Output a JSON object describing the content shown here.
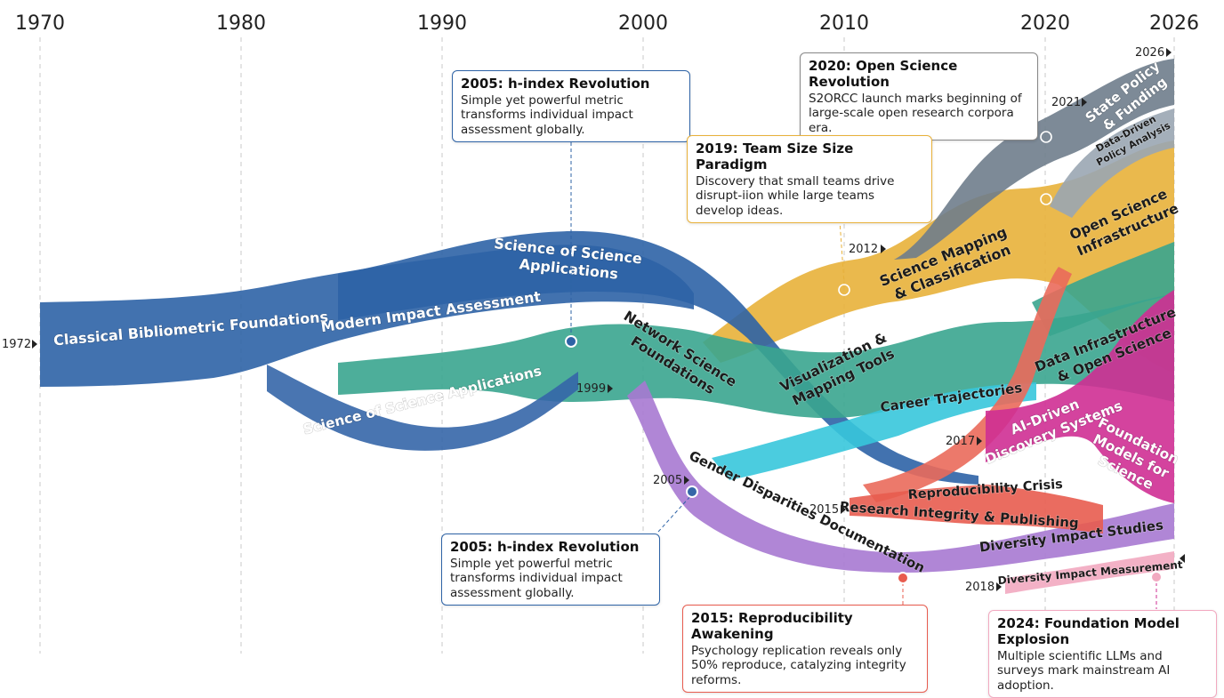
{
  "axis": {
    "years": [
      "1970",
      "1980",
      "1990",
      "2000",
      "2010",
      "2020",
      "2026"
    ]
  },
  "streams": [
    {
      "id": "classical",
      "label": "Classical Bibliometric Foundations",
      "color": "#2e63a6"
    },
    {
      "id": "sos_apps_top",
      "label": "Science of Science Applications",
      "color": "#2e63a6"
    },
    {
      "id": "modern_impact",
      "label": "Modern Impact Assessment",
      "color": "#2e63a6"
    },
    {
      "id": "sos_apps_bottom",
      "label": "Science of Science Applications",
      "color": "#3566a8"
    },
    {
      "id": "network",
      "label": "Network Science Foundations",
      "color": "#3aa58f"
    },
    {
      "id": "visualization",
      "label": "Visualization & Mapping Tools",
      "color": "#3aa58f"
    },
    {
      "id": "mapping",
      "label": "Science Mapping & Classification",
      "color": "#e8b13a"
    },
    {
      "id": "open_infra",
      "label": "Open Science Infrastructure",
      "color": "#e8b13a"
    },
    {
      "id": "state_policy",
      "label": "State Policy & Funding",
      "color": "#6f7d8c"
    },
    {
      "id": "data_policy",
      "label": "Data-Driven Policy Analysis",
      "color": "#9aa6b2"
    },
    {
      "id": "data_infra",
      "label": "Data Infrastructure & Open Science",
      "color": "#3aa58f"
    },
    {
      "id": "career",
      "label": "Career Trajectories",
      "color": "#37c6dc"
    },
    {
      "id": "ai_discovery",
      "label": "AI-Driven Discovery Systems",
      "color": "#cf2f93"
    },
    {
      "id": "foundation_models",
      "label": "Foundation Models for Science",
      "color": "#d1359b"
    },
    {
      "id": "repro_crisis",
      "label": "Reproducibility Crisis",
      "color": "#ea6a5b"
    },
    {
      "id": "research_integrity",
      "label": "Research Integrity & Publishing",
      "color": "#e85c4f"
    },
    {
      "id": "gender",
      "label": "Gender Disparities Documentation",
      "color": "#a779d2"
    },
    {
      "id": "diversity_studies",
      "label": "Diversity Impact Studies",
      "color": "#a779d2"
    },
    {
      "id": "diversity_measure",
      "label": "Diversity Impact Measurement",
      "color": "#f2a9c0"
    }
  ],
  "markers": [
    "1972",
    "1999",
    "2005",
    "2012",
    "2015",
    "2017",
    "2018",
    "2021",
    "2026"
  ],
  "callouts": [
    {
      "id": "hindex_top",
      "title": "2005: h-index Revolution",
      "body": "Simple yet powerful metric transforms individual impact assessment globally."
    },
    {
      "id": "open_science",
      "title": "2020: Open Science Revolution",
      "body": "S2ORCC launch marks beginning of large-scale open research corpora era."
    },
    {
      "id": "team_size",
      "title": "2019: Team Size Size Paradigm",
      "body": "Discovery that small teams drive disrupt-іion while large teams develop ideas."
    },
    {
      "id": "hindex_bottom",
      "title": "2005: h-index Revolution",
      "body": "Simple yet powerful metric transforms individual impact assessment globally."
    },
    {
      "id": "repro",
      "title": "2015: Reproducibility Awakening",
      "body": "Psychology replication reveals only 50% reproduce, catalyzing integrity reforms."
    },
    {
      "id": "foundation",
      "title": "2024: Foundation Model Explosion",
      "body": "Multiple scientific LLMs and surveys mark mainstream AI adoption."
    }
  ],
  "colors": {
    "blue": "#2e63a6",
    "teal": "#3aa58f",
    "yellow": "#e8b13a",
    "slate": "#6f7d8c",
    "cyan": "#37c6dc",
    "magenta": "#cf2f93",
    "coral": "#e85c4f",
    "purple": "#a779d2",
    "pink": "#f2a9c0"
  }
}
